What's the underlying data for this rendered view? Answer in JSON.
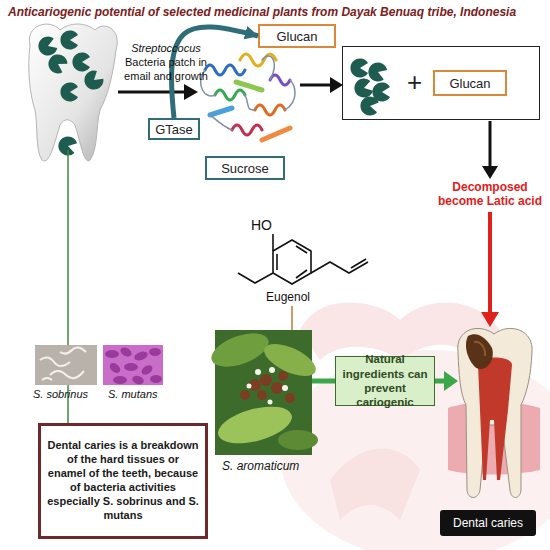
{
  "diagram": {
    "title": "Anticariogenic potential of selected medicinal plants from Dayak Benuaq tribe, Indonesia",
    "nodes": [
      {
        "text": [
          "Glucan"
        ]
      },
      {
        "text": [
          "GTase"
        ]
      },
      {
        "text": [
          "Sucrose"
        ]
      },
      {
        "text": [
          "+"
        ]
      },
      {
        "text": [
          "Glucan"
        ],
        "in": 3
      },
      {
        "text": [
          "Dental caries is a breakdown of the hard tissues or enamel of the teeth, because of bacteria activities especially S. sobrinus and S. mutans"
        ]
      },
      {
        "text": [
          "Natural ingredients can prevent cariogenic"
        ]
      },
      {
        "text": [
          "Dental caries"
        ]
      }
    ],
    "edges": [
      {
        "from": 1,
        "to": 0,
        "arrow": "to"
      }
    ],
    "labels": [
      "Streptoccocus Bacteria patch in email and growth",
      "Decomposed become Latic acid",
      "HO",
      "Eugenol",
      "S. sobrinus",
      "S. mutans",
      "S. aromaticum"
    ]
  }
}
